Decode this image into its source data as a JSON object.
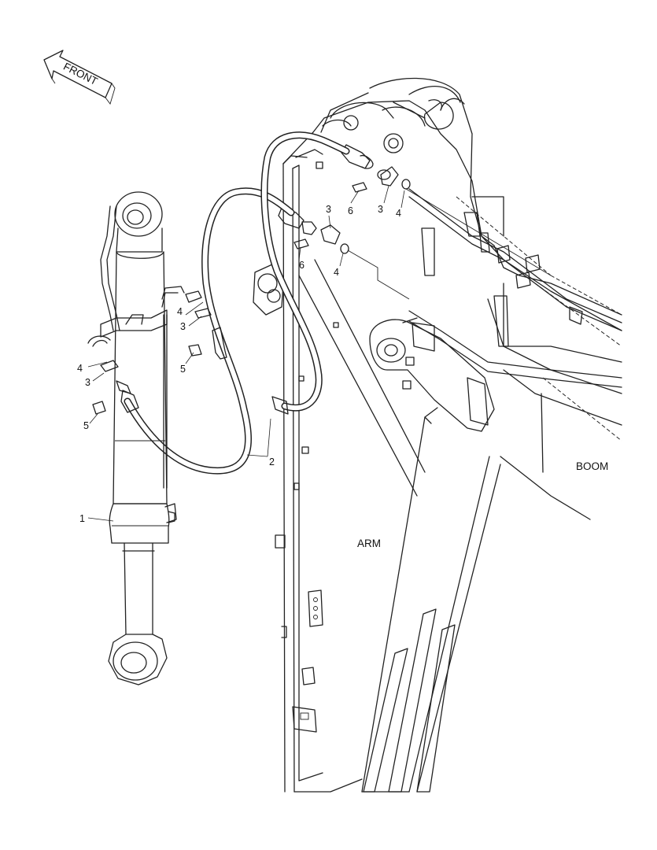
{
  "direction_arrow": {
    "text": "FRONT"
  },
  "region_labels": {
    "arm": "ARM",
    "boom": "BOOM"
  },
  "callouts": {
    "c1": "1",
    "c2": "2",
    "c3_left_upper": "3",
    "c3_left_lower": "3",
    "c4_left_upper": "4",
    "c4_left_lower": "4",
    "c5_left_upper": "5",
    "c5_left_lower": "5",
    "c3_right_upper": "3",
    "c3_right_lower": "3",
    "c4_right_upper": "4",
    "c4_right_lower": "4",
    "c6_right_upper": "6",
    "c6_right_lower": "6"
  }
}
